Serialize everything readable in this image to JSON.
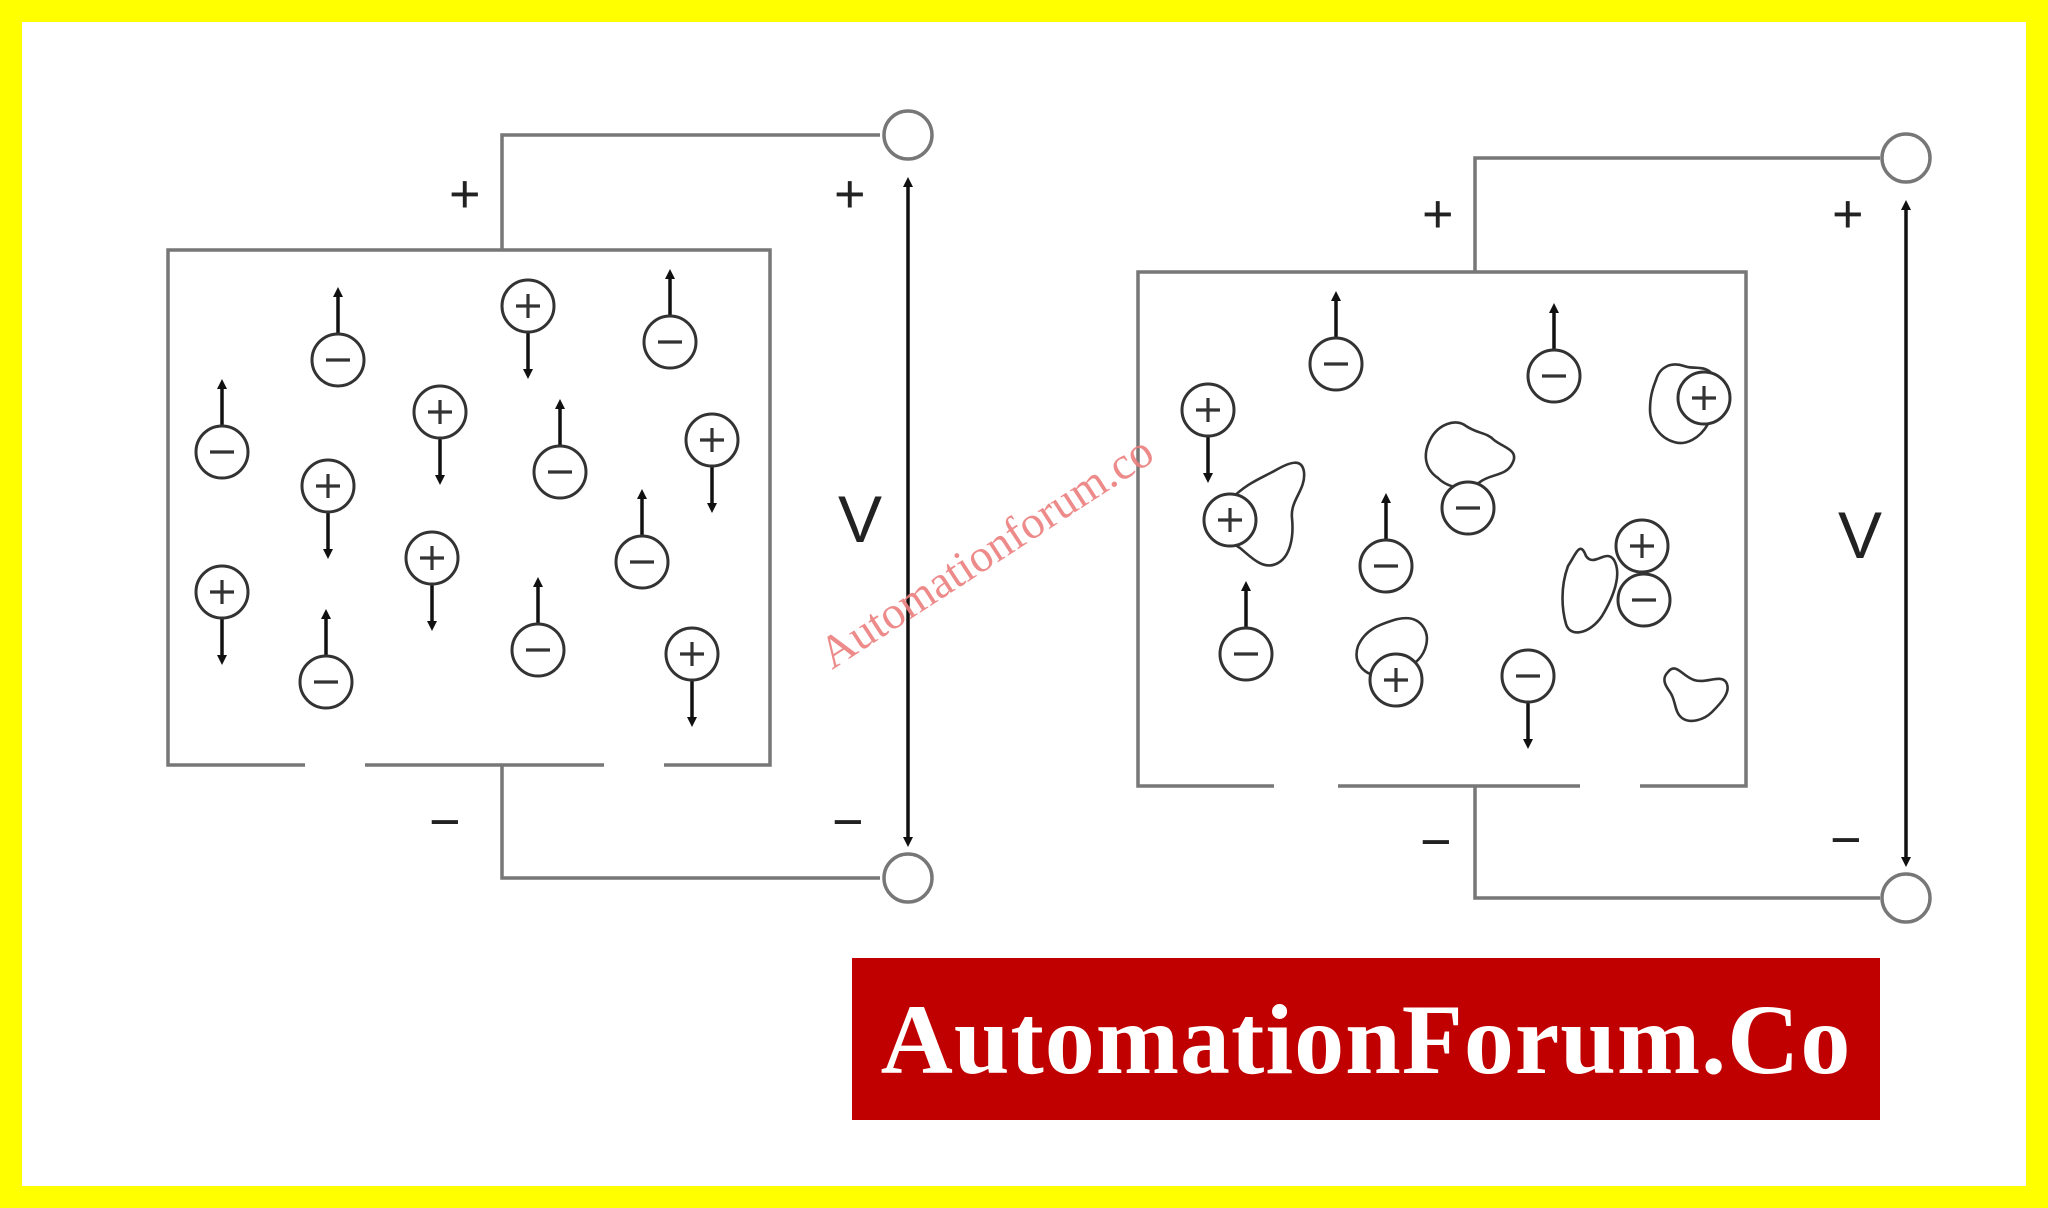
{
  "diagram": {
    "left_panel": {
      "top_plus": "+",
      "bottom_minus": "−",
      "voltage_plus": "+",
      "voltage_minus": "−",
      "voltage_label": "V"
    },
    "right_panel": {
      "top_plus": "+",
      "bottom_minus": "−",
      "voltage_plus": "+",
      "voltage_minus": "−",
      "voltage_label": "V"
    }
  },
  "watermark": "Automationforum.co",
  "brand": {
    "text": "AutomationForum.Co",
    "background": "#c00000",
    "color": "#ffffff"
  },
  "colors": {
    "frame": "#ffff00",
    "watermark": "#ec7e7e",
    "wire": "#777777"
  }
}
